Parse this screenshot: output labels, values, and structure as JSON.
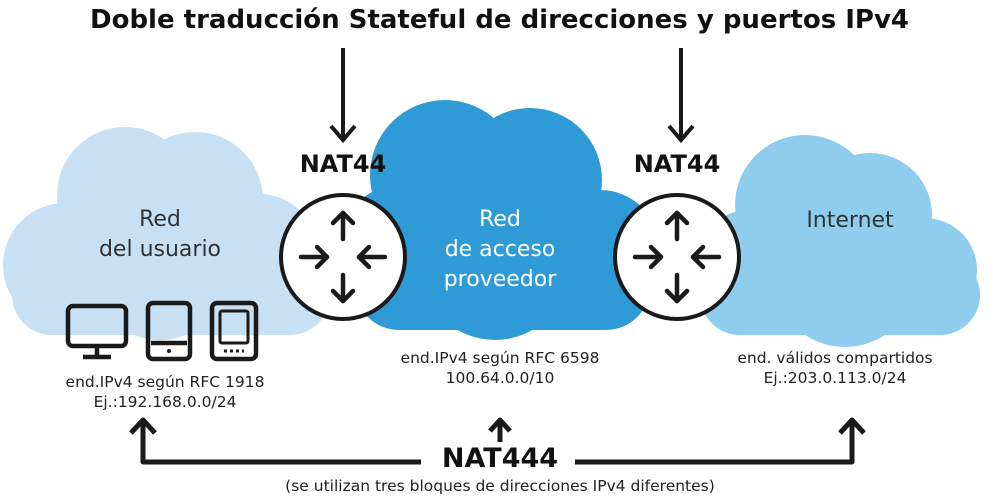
{
  "title": "Doble traducción Stateful de direcciones y puertos IPv4",
  "nat_left_label": "NAT44",
  "nat_right_label": "NAT44",
  "clouds": {
    "user": {
      "line1": "Red",
      "line2": "del usuario"
    },
    "provider": {
      "line1": "Red",
      "line2": "de acceso",
      "line3": "proveedor"
    },
    "internet": {
      "line1": "Internet"
    }
  },
  "addresses": {
    "user": {
      "line1": "end.IPv4 según RFC 1918",
      "line2": "Ej.:192.168.0.0/24"
    },
    "provider": {
      "line1": "end.IPv4 según RFC 6598",
      "line2": "100.64.0.0/10"
    },
    "internet": {
      "line1": "end. válidos compartidos",
      "line2": "Ej.:203.0.113.0/24"
    }
  },
  "nat444_label": "NAT444",
  "footnote": "(se utilizan tres bloques de direcciones IPv4 diferentes)",
  "colors": {
    "user_cloud": "#c7e0f4",
    "provider_cloud": "#2e9bd6",
    "internet_cloud": "#8fcdee",
    "router_fill": "#ffffff",
    "stroke": "#1a1a1a"
  },
  "device_icons": [
    "monitor-icon",
    "tablet-icon",
    "phone-icon"
  ],
  "router_icons": [
    "router-icon",
    "router-icon"
  ]
}
